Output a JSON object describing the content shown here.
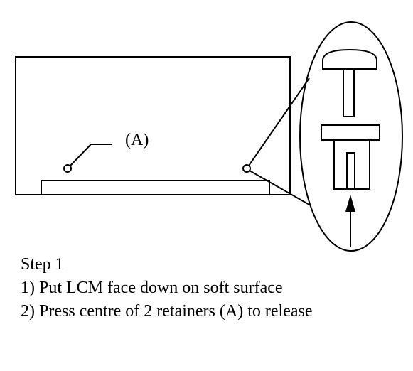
{
  "diagram": {
    "label_a": "(A)"
  },
  "instructions": {
    "heading": "Step 1",
    "lines": [
      "1) Put LCM face down on soft surface",
      "2) Press centre of 2 retainers (A) to release"
    ]
  },
  "colors": {
    "stroke": "#000000",
    "background": "#ffffff"
  }
}
